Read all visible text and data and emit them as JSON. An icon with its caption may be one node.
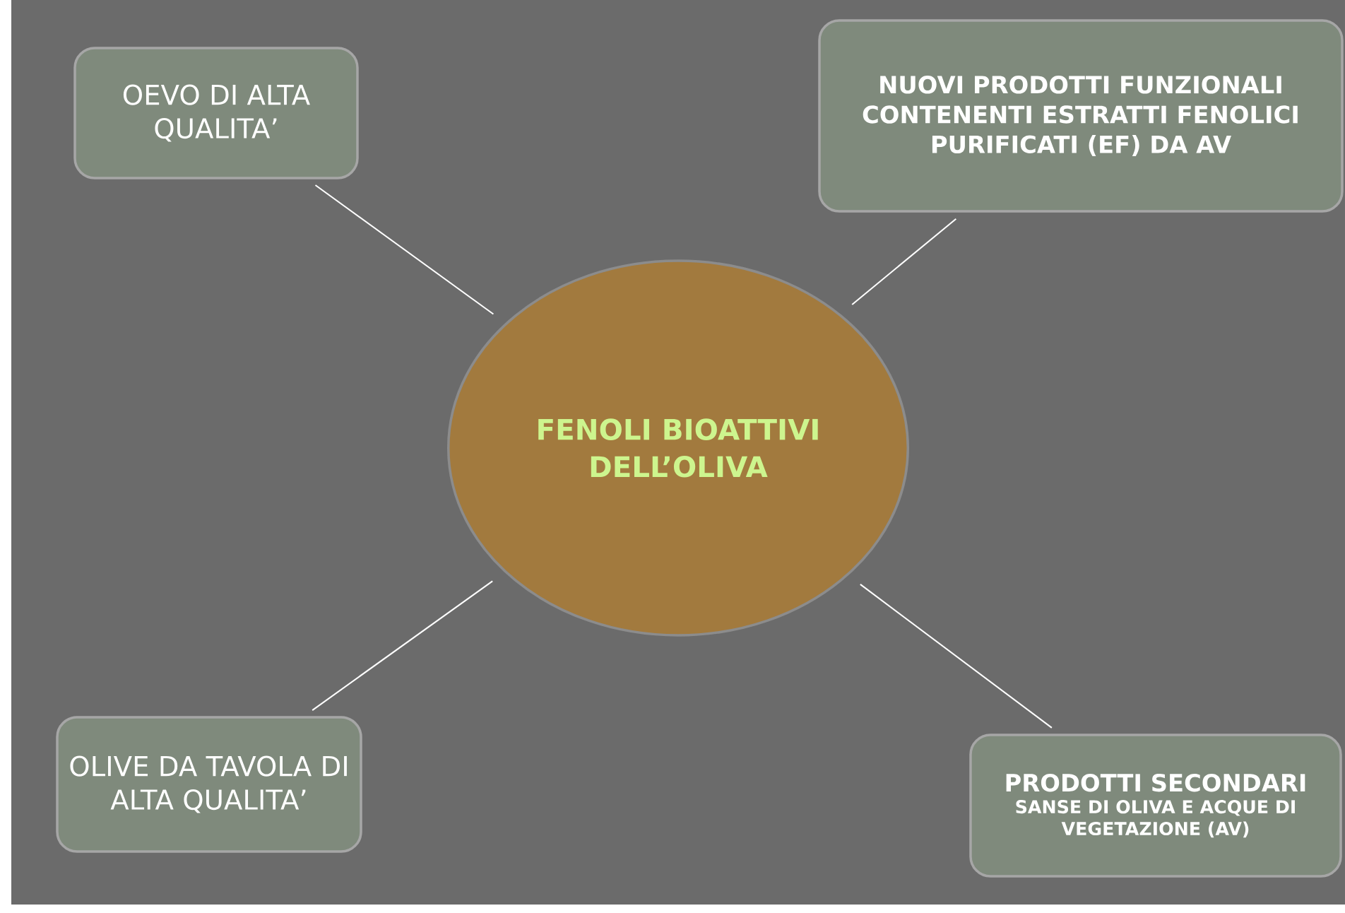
{
  "diagram": {
    "nodes": [
      {
        "text": [
          "FENOLI BIOATTIVI DELL’OLIVA"
        ]
      },
      {
        "text": [
          "OEVO DI ALTA QUALITA’"
        ]
      },
      {
        "text": [
          "NUOVI PRODOTTI FUNZIONALI CONTENENTI ESTRATTI FENOLICI PURIFICATI (EF) DA AV"
        ]
      },
      {
        "text": [
          "OLIVE DA TAVOLA DI ALTA QUALITA’"
        ]
      },
      {
        "text": [
          "PRODOTTI SECONDARI",
          "SANSE DI OLIVA E ACQUE DI VEGETAZIONE (AV)"
        ]
      }
    ],
    "edges": [
      {
        "from": 0,
        "to": 1,
        "arrow": "none"
      },
      {
        "from": 0,
        "to": 2,
        "arrow": "none"
      },
      {
        "from": 0,
        "to": 3,
        "arrow": "none"
      },
      {
        "from": 0,
        "to": 4,
        "arrow": "none"
      }
    ]
  }
}
